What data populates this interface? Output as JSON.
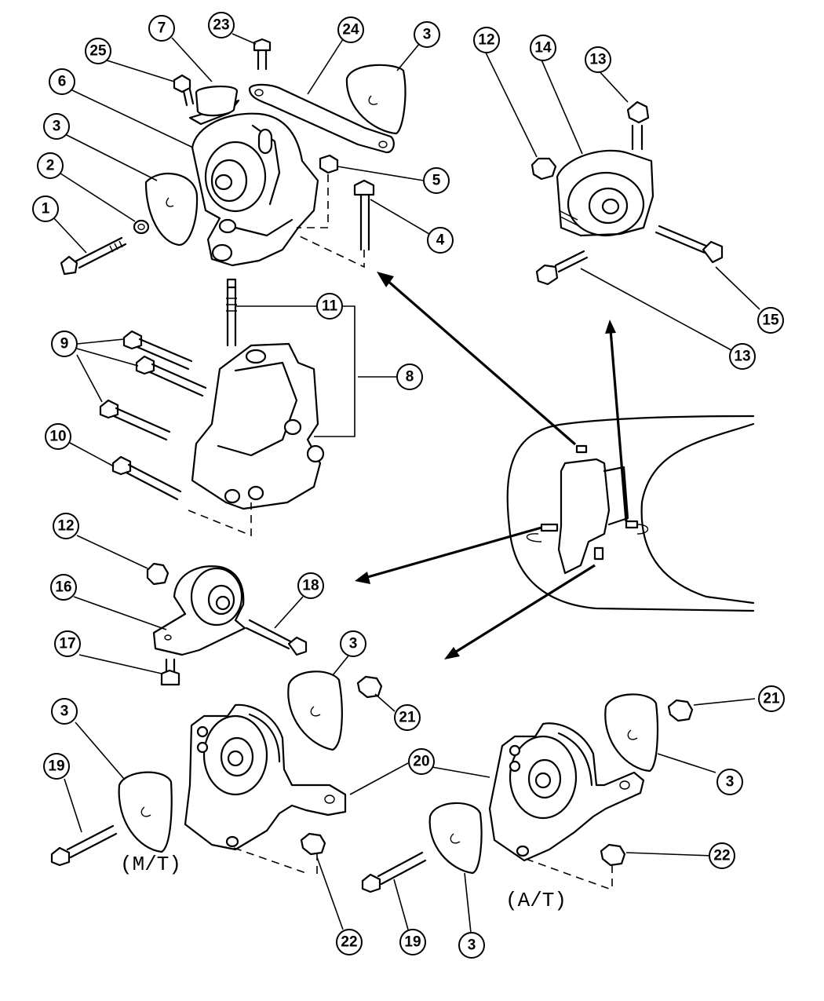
{
  "callouts": {
    "c1": "1",
    "c2": "2",
    "c3a": "3",
    "c3b": "3",
    "c3c": "3",
    "c3d": "3",
    "c3e": "3",
    "c3f": "3",
    "c4": "4",
    "c5": "5",
    "c6": "6",
    "c7": "7",
    "c8": "8",
    "c9": "9",
    "c10": "10",
    "c11": "11",
    "c12a": "12",
    "c12b": "12",
    "c13a": "13",
    "c13b": "13",
    "c14": "14",
    "c15": "15",
    "c16": "16",
    "c17": "17",
    "c18": "18",
    "c19a": "19",
    "c19b": "19",
    "c20": "20",
    "c21a": "21",
    "c21b": "21",
    "c22a": "22",
    "c22b": "22",
    "c23": "23",
    "c24": "24",
    "c25": "25"
  },
  "labels": {
    "manual": "(M/T)",
    "automatic": "(A/T)"
  }
}
